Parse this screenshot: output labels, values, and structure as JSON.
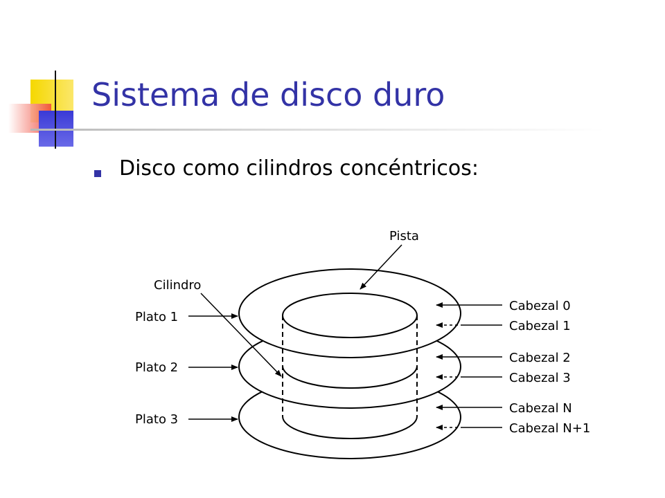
{
  "slide": {
    "title": "Sistema de disco duro",
    "bullet": "Disco como cilindros concéntricos:"
  },
  "theme": {
    "title_color": "#3333a6",
    "bullet_color": "#3333a6",
    "logo_colors": [
      "#f5d800",
      "#f04a3a",
      "#3a3ad6"
    ]
  },
  "diagram": {
    "pista_label": "Pista",
    "cilindro_label": "Cilindro",
    "plates": [
      {
        "label": "Plato 1"
      },
      {
        "label": "Plato 2"
      },
      {
        "label": "Plato 3"
      }
    ],
    "heads": [
      {
        "label": "Cabezal 0",
        "style": "solid"
      },
      {
        "label": "Cabezal 1",
        "style": "dashed"
      },
      {
        "label": "Cabezal 2",
        "style": "solid"
      },
      {
        "label": "Cabezal 3",
        "style": "dashed"
      },
      {
        "label": "Cabezal N",
        "style": "solid"
      },
      {
        "label": "Cabezal N+1",
        "style": "dashed"
      }
    ]
  }
}
